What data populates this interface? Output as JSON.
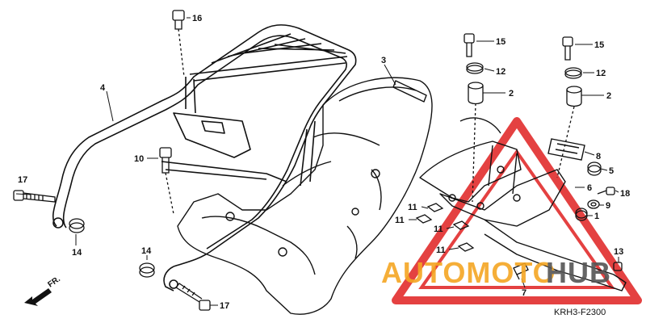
{
  "diagram": {
    "code": "KRH3-F2300",
    "direction_label": "FR.",
    "callouts": [
      {
        "id": "c16",
        "text": "16"
      },
      {
        "id": "c4",
        "text": "4"
      },
      {
        "id": "c3",
        "text": "3"
      },
      {
        "id": "c10",
        "text": "10"
      },
      {
        "id": "c17a",
        "text": "17"
      },
      {
        "id": "c14a",
        "text": "14"
      },
      {
        "id": "c14b",
        "text": "14"
      },
      {
        "id": "c17b",
        "text": "17"
      },
      {
        "id": "c15a",
        "text": "15"
      },
      {
        "id": "c12a",
        "text": "12"
      },
      {
        "id": "c2a",
        "text": "2"
      },
      {
        "id": "c15b",
        "text": "15"
      },
      {
        "id": "c12b",
        "text": "12"
      },
      {
        "id": "c2b",
        "text": "2"
      },
      {
        "id": "c8",
        "text": "8"
      },
      {
        "id": "c5",
        "text": "5"
      },
      {
        "id": "c6",
        "text": "6"
      },
      {
        "id": "c18",
        "text": "18"
      },
      {
        "id": "c9",
        "text": "9"
      },
      {
        "id": "c1",
        "text": "1"
      },
      {
        "id": "c11a",
        "text": "11"
      },
      {
        "id": "c11b",
        "text": "11"
      },
      {
        "id": "c11c",
        "text": "11"
      },
      {
        "id": "c11d",
        "text": "11"
      },
      {
        "id": "c13",
        "text": "13"
      },
      {
        "id": "c7",
        "text": "7"
      }
    ]
  },
  "watermark": {
    "part1": "AUTOMOTO",
    "part2": "HUB",
    "color_primary": "#f5a623",
    "color_triangle": "#e02020",
    "color_secondary": "#555555"
  }
}
